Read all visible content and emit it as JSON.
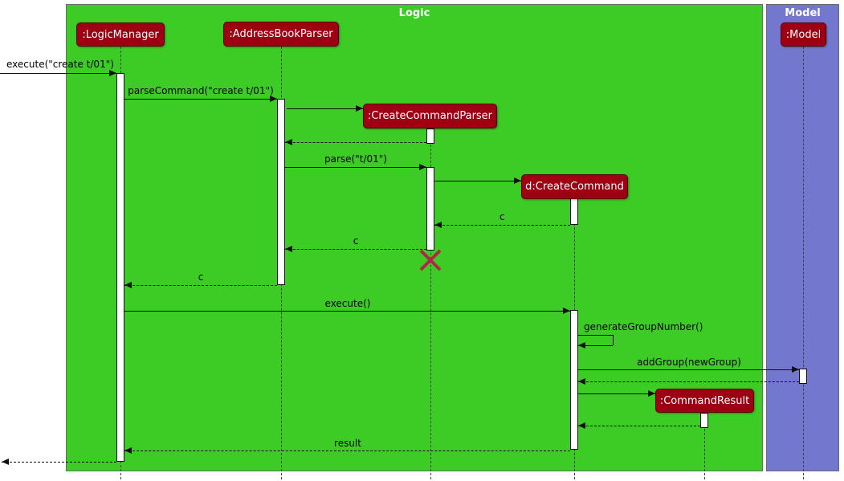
{
  "frames": {
    "logic": "Logic",
    "model": "Model"
  },
  "participants": {
    "logic_manager": ":LogicManager",
    "address_book_parser": ":AddressBookParser",
    "create_command_parser": ":CreateCommandParser",
    "create_command": "d:CreateCommand",
    "command_result": ":CommandResult",
    "model": ":Model"
  },
  "messages": {
    "execute_in": "execute(\"create t/01\")",
    "parse_command": "parseCommand(\"create t/01\")",
    "parse": "parse(\"t/01\")",
    "c1": "c",
    "c2": "c",
    "c3": "c",
    "execute": "execute()",
    "generate_group_number": "generateGroupNumber()",
    "add_group": "addGroup(newGroup)",
    "result": "result"
  },
  "colors": {
    "logic_frame": "#3dcb26",
    "model_frame": "#7377ce",
    "participant_fill": "#9d0012",
    "participant_border": "#5c0005",
    "destroy_marker": "#b02846",
    "line": "#101010"
  }
}
